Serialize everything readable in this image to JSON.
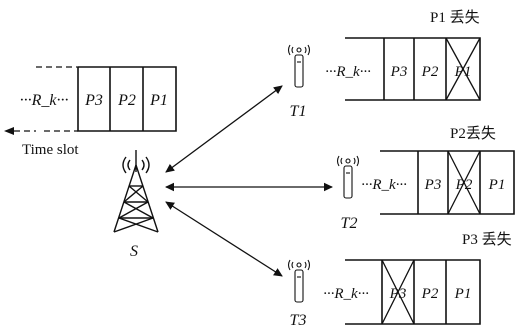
{
  "source": {
    "slots": [
      "P3",
      "P2",
      "P1"
    ],
    "queue_label": "···R_k···",
    "time_slot_label": "Time slot",
    "tower_label": "S"
  },
  "terminals": [
    {
      "label": "T1",
      "queue_label": "···R_k···",
      "slots": [
        "P3",
        "P2",
        "P1"
      ],
      "lost_slot": "P1",
      "loss_note": "P1 丢失"
    },
    {
      "label": "T2",
      "queue_label": "···R_k···",
      "slots": [
        "P3",
        "P2",
        "P1"
      ],
      "lost_slot": "P2",
      "loss_note": "P2丢失"
    },
    {
      "label": "T3",
      "queue_label": "···R_k···",
      "slots": [
        "P3",
        "P2",
        "P1"
      ],
      "lost_slot": "P3",
      "loss_note": "P3 丢失"
    }
  ]
}
